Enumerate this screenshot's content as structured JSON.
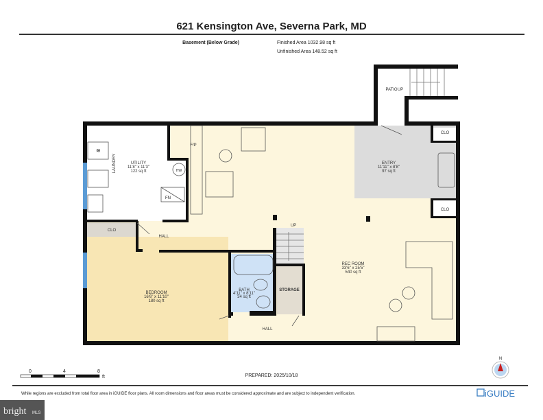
{
  "header": {
    "title": "621 Kensington Ave, Severna Park, MD",
    "level": "Basement (Below Grade)",
    "finished_area": "Finished Area 1032.98 sq ft",
    "unfinished_area": "Unfinished Area 148.52 sq ft"
  },
  "rooms": {
    "utility": {
      "name": "UTILITY",
      "dims": "11'8\" x 11'3\"",
      "area": "122 sq ft"
    },
    "laundry": {
      "name": "LAUNDRY"
    },
    "fp": {
      "name": "F/P"
    },
    "entry": {
      "name": "ENTRY",
      "dims": "11'11\" x 8'8\"",
      "area": "97 sq ft"
    },
    "patio": {
      "name": "PATIO"
    },
    "patio_up": "UP",
    "clo_top": "CLO",
    "clo_mid": "CLO",
    "clo_left": "CLO",
    "hall_upper": "HALL",
    "hall_lower": "HALL",
    "bedroom": {
      "name": "BEDROOM",
      "dims": "16'6\" x 11'10\"",
      "area": "180 sq ft"
    },
    "bath": {
      "name": "BATH",
      "dims": "4'11\" x 8'11\"",
      "area": "34 sq ft"
    },
    "storage": "STORAGE",
    "stairs_up": "UP",
    "rec_room": {
      "name": "REC ROOM",
      "dims": "33'6\" x 25'5\"",
      "area": "540 sq ft"
    },
    "hw": "HW",
    "fn": "FN"
  },
  "scale_bar": {
    "labels": [
      "0",
      "4",
      "8"
    ],
    "unit": "ft"
  },
  "compass": {
    "label": "N"
  },
  "prepared": "PREPARED: 2025/10/18",
  "footer": {
    "disclaimer": "While regions are excluded from total floor area in iGUIDE floor plans. All room dimensions and floor areas must be considered approximate and are subject to independent verification.",
    "brand": "iGUIDE",
    "watermark": "bright MLS"
  },
  "colors": {
    "floor": "#fdf6dd",
    "bedroom": "#f8e6b4",
    "bath": "#cfe2f6",
    "entry": "#dcdcdc",
    "storage": "#e3ddd1",
    "window": "#5b9bd5",
    "brand": "#3b7fc4"
  }
}
